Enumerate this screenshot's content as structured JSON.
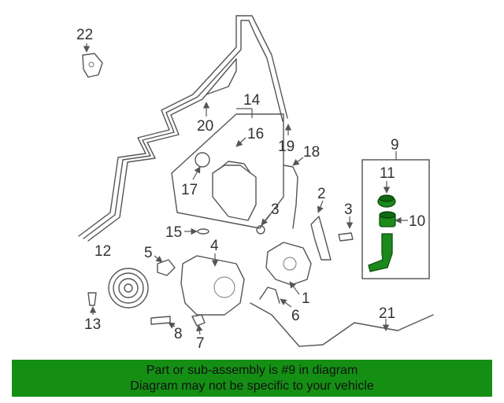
{
  "diagram": {
    "callouts": [
      "22",
      "14",
      "16",
      "20",
      "19",
      "18",
      "17",
      "9",
      "11",
      "10",
      "2",
      "3",
      "3",
      "15",
      "12",
      "5",
      "4",
      "1",
      "6",
      "21",
      "13",
      "8",
      "7"
    ],
    "highlighted_part": "9",
    "colors": {
      "highlight": "#1b8a1b",
      "banner": "#148f14",
      "line": "#555555"
    }
  },
  "banner": {
    "line1": "Part or sub-assembly is #9 in diagram",
    "line2": "Diagram may not be specific to your vehicle"
  }
}
